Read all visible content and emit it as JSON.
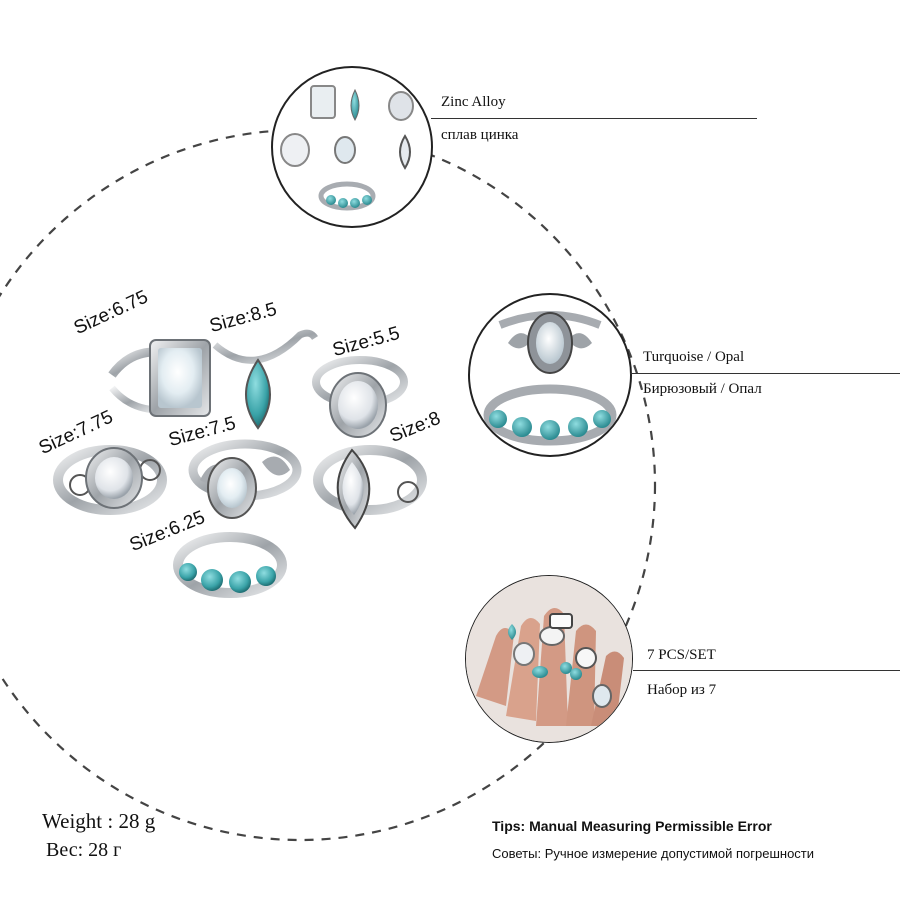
{
  "main_image": {
    "size_labels": [
      "Size:6.75",
      "Size:8.5",
      "Size:5.5",
      "Size:7.75",
      "Size:7.5",
      "Size:8",
      "Size:6.25"
    ]
  },
  "details": [
    {
      "caption_en": "Zinc Alloy",
      "caption_ru": "сплав цинка"
    },
    {
      "caption_en": "Turquoise / Opal",
      "caption_ru": "Бирюзовый / Опал"
    },
    {
      "caption_en": "7 PCS/SET",
      "caption_ru": "Набор из 7"
    }
  ],
  "weight": {
    "en": "Weight : 28 g",
    "ru": "Вес: 28 г"
  },
  "tips": {
    "en": "Tips: Manual Measuring Permissible Error",
    "ru": "Советы: Ручное измерение допустимой погрешности"
  },
  "colors": {
    "silver": "#b9bcc0",
    "turquoise": "#3aa3a8",
    "opal": "#dfe8ee",
    "skin": "#d9a28c"
  }
}
